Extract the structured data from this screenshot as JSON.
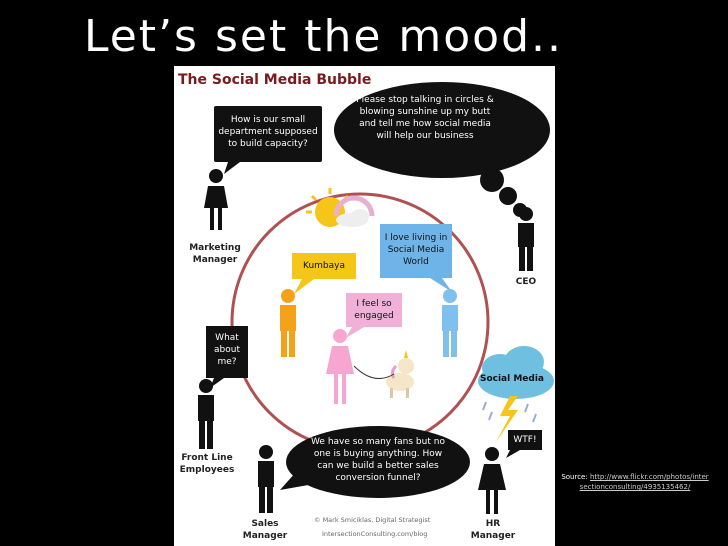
{
  "slide": {
    "title": "Let’s set the mood..",
    "source_label": "Source: ",
    "source_url": "http://www.flickr.com/photos/intersectionconsulting/4935135462/"
  },
  "poster": {
    "title": "The Social Media Bubble",
    "bubbles": {
      "ceo": "Please stop talking in circles & blowing sunshine up my butt and tell me how social media will help our business",
      "marketing": "How is our small department supposed to build capacity?",
      "kumbaya": "Kumbaya",
      "love": "I love living in Social Media World",
      "engaged": "I feel so engaged",
      "frontline": "What about me?",
      "sales": "We have so many fans but no one is buying anything. How can we build a better sales conversion funnel?",
      "wtf": "WTF!",
      "cloud": "Social Media"
    },
    "roles": {
      "marketing": "Marketing Manager",
      "ceo": "CEO",
      "frontline": "Front Line Employees",
      "sales": "Sales Manager",
      "hr": "HR Manager"
    },
    "credit_line1": "© Mark Smiciklas, Digital Strategist",
    "credit_line2": "IntersectionConsulting.com/blog"
  },
  "colors": {
    "circle": "#b05050",
    "kumbaya": "#f5c518",
    "love": "#6fb4e8",
    "engaged": "#f0b0d8",
    "orange_person": "#f5a21a",
    "blue_person": "#7fc0ee",
    "pink_person": "#f7a6d2",
    "cloud": "#6fc0e0"
  }
}
